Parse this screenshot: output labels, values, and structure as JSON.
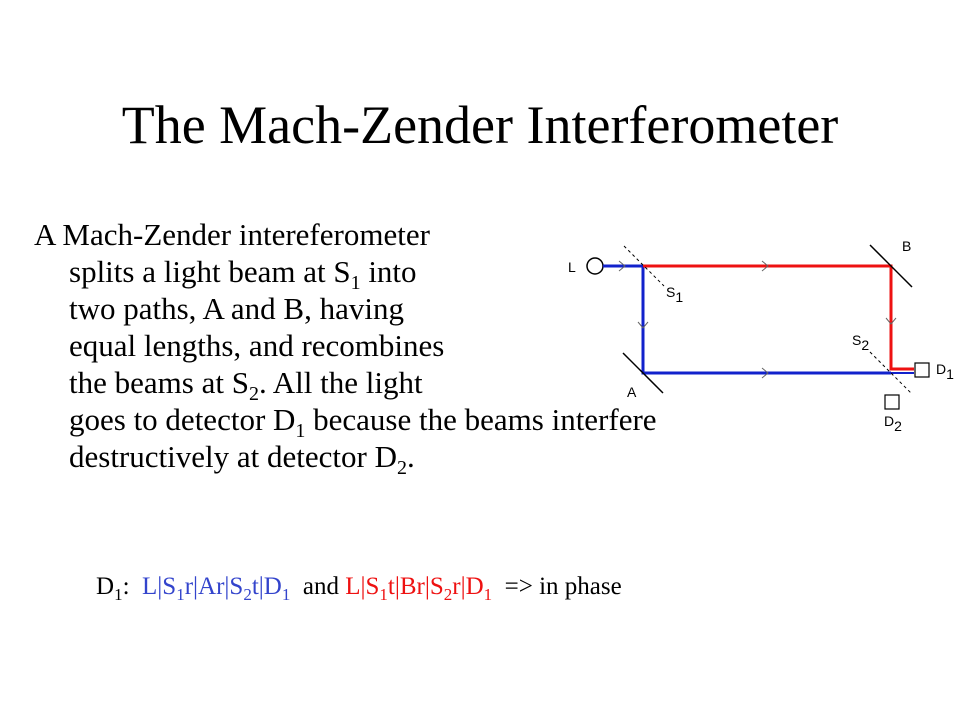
{
  "title": "The Mach-Zender Interferometer",
  "body": {
    "l1": "A Mach-Zender intereferometer",
    "l2a": "splits a light beam at S",
    "l2sub": "1",
    "l2b": " into",
    "l3": "two paths, A and B, having",
    "l4": "equal lengths, and recombines",
    "l5a": "the beams at S",
    "l5sub": "2",
    "l5b": ".  All the light",
    "l6a": "goes to detector D",
    "l6sub": "1",
    "l6b": " because the beams interfere",
    "l7a": "destructively at detector D",
    "l7sub": "2",
    "l7b": "."
  },
  "diagram": {
    "label_L": "L",
    "label_S1": "S",
    "label_S1_sub": "1",
    "label_B": "B",
    "label_S2": "S",
    "label_S2_sub": "2",
    "label_A": "A",
    "label_D1": "D",
    "label_D1_sub": "1",
    "label_D2": "D",
    "label_D2_sub": "2",
    "colors": {
      "path_red": "#ee1111",
      "path_blue": "#1122cc"
    }
  },
  "equation": {
    "d1": "D",
    "d1sub": "1",
    "colon": ":  ",
    "blue_a": "L|S",
    "blue_a_sub": "1",
    "blue_b": "r|Ar|S",
    "blue_b_sub": "2",
    "blue_c": "t|D",
    "blue_c_sub": "1",
    "and": "  and ",
    "red_a": "L|S",
    "red_a_sub": "1",
    "red_b": "t|Br|S",
    "red_b_sub": "2",
    "red_c": "r|D",
    "red_c_sub": "1",
    "tail": "  => in phase",
    "colors": {
      "blue": "#3344cc",
      "red": "#ee1111"
    }
  }
}
